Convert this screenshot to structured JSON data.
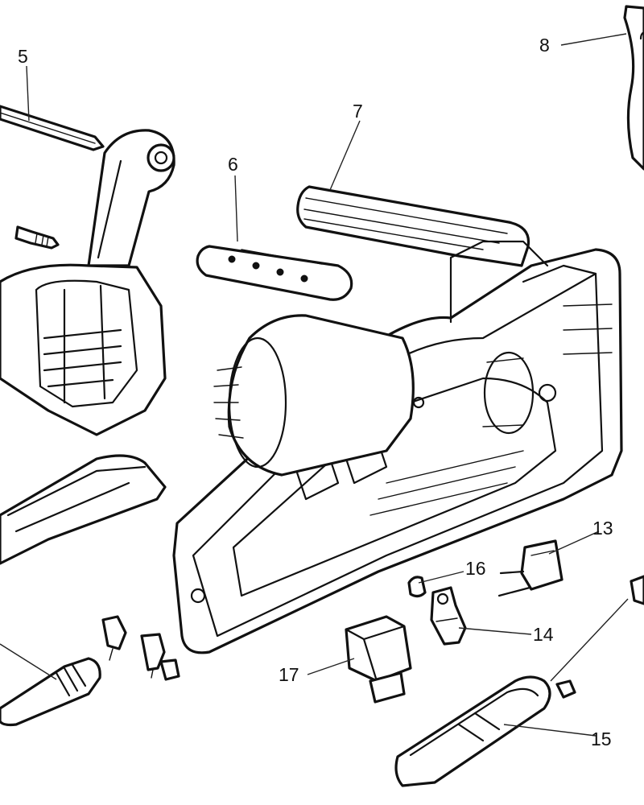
{
  "colors": {
    "ink": "#111111",
    "background": "#ffffff"
  },
  "callouts": [
    {
      "id": "5",
      "label": "5"
    },
    {
      "id": "6",
      "label": "6"
    },
    {
      "id": "7",
      "label": "7"
    },
    {
      "id": "8",
      "label": "8"
    },
    {
      "id": "13",
      "label": "13"
    },
    {
      "id": "14",
      "label": "14"
    },
    {
      "id": "15",
      "label": "15"
    },
    {
      "id": "16",
      "label": "16"
    },
    {
      "id": "17",
      "label": "17"
    }
  ]
}
